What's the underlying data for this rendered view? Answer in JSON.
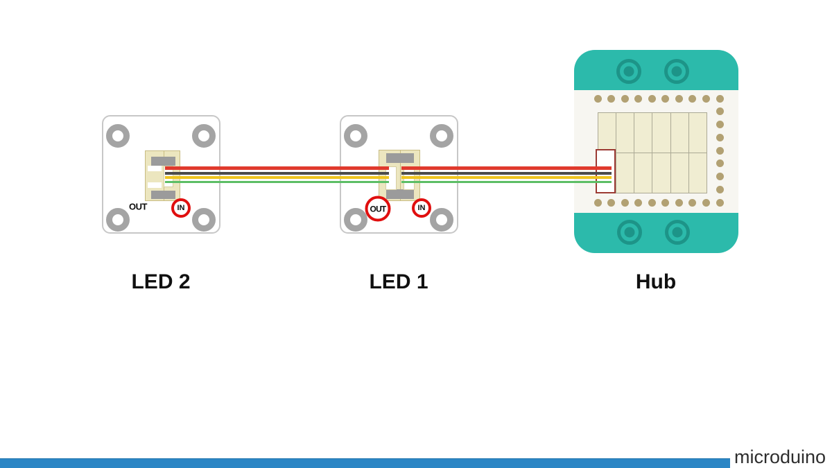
{
  "diagram": {
    "modules": [
      {
        "id": "led2",
        "label": "LED 2",
        "ports": [
          {
            "label": "OUT",
            "circled": false
          },
          {
            "label": "IN",
            "circled": true
          }
        ]
      },
      {
        "id": "led1",
        "label": "LED 1",
        "ports": [
          {
            "label": "OUT",
            "circled": true
          },
          {
            "label": "IN",
            "circled": true
          }
        ]
      },
      {
        "id": "hub",
        "label": "Hub"
      }
    ],
    "wire_colors": [
      "#e03a2d",
      "#4b4b4b",
      "#efc51f",
      "#5cbe66"
    ],
    "colors": {
      "hub_teal": "#2cbaab",
      "hub_teal_dark": "#1d9488",
      "hub_pad_tan": "#b2a173",
      "hub_grid_fill": "#f0edd2",
      "hub_socket_border": "#9c3a33",
      "connector_beige": "#ece6bf",
      "module_border_gray": "#c7c7c7",
      "port_ring_red": "#e00e0e"
    }
  },
  "footer": {
    "brand": "microduino",
    "bar_color": "#2b86c5"
  }
}
